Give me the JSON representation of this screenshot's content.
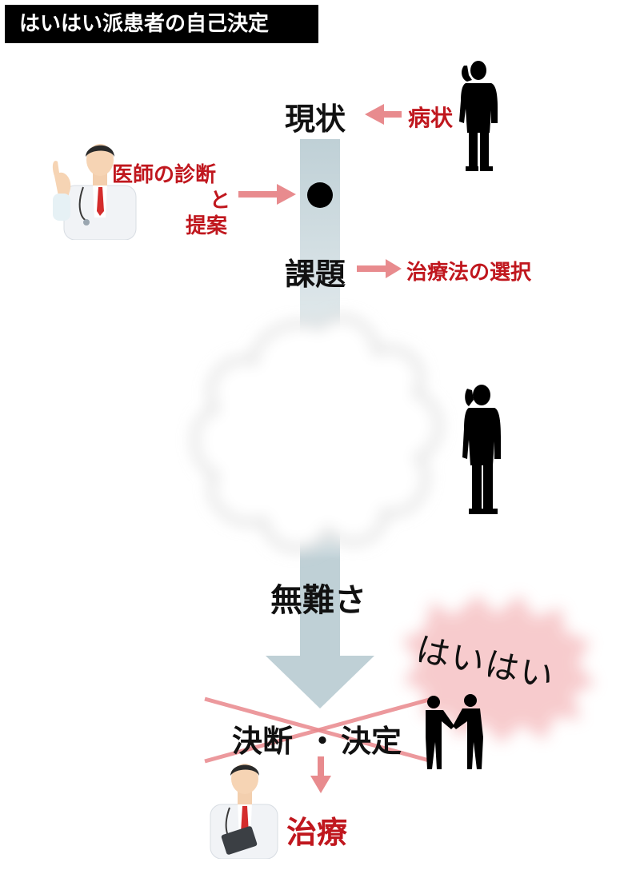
{
  "title": "はいはい派患者の自己決定",
  "labels": {
    "current": "現状",
    "symptom": "病状",
    "doctor_diagnosis_line1": "医師の診断",
    "doctor_diagnosis_line2": "と",
    "doctor_diagnosis_line3": "提案",
    "issue": "課題",
    "treatment_choice": "治療法の選択",
    "innocuous": "無難さ",
    "haihai": "はいはい",
    "judgment": "決断",
    "separator": "・",
    "decision": "決定",
    "treatment": "治療"
  },
  "icons": {
    "doctor": "doctor-icon",
    "thinking_man": "thinking-man-silhouette-icon",
    "phone_man": "phone-man-silhouette-icon",
    "handshake": "handshake-silhouette-icon",
    "cloud": "blurred-cloud-icon",
    "burst": "speech-burst-icon"
  },
  "colors": {
    "flow_arrow": "#bfd0d6",
    "pointer_arrow": "#e88b8e",
    "red_text": "#c0171e",
    "cross_out": "#e9888c",
    "burst_fill": "#f7c9cb"
  }
}
